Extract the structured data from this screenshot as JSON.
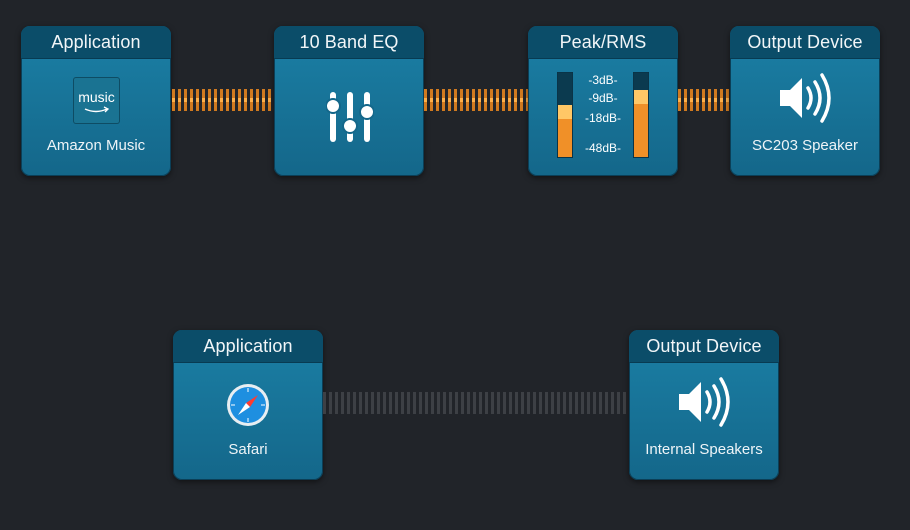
{
  "colors": {
    "background": "#212429",
    "node_body": "#1a7aa0",
    "node_header": "#0b4d69",
    "active_cable": "#e88a2a",
    "idle_cable": "#3d4045",
    "meter_fill": "#f09028"
  },
  "chain1": {
    "application": {
      "title": "Application",
      "label": "Amazon Music",
      "icon": "amazon-music-icon",
      "icon_text": "music"
    },
    "eq": {
      "title": "10 Band EQ",
      "icon": "equalizer-sliders-icon"
    },
    "meter": {
      "title": "Peak/RMS",
      "scale": [
        "-3dB-",
        "-9dB-",
        "-18dB-",
        "-48dB-"
      ],
      "left_level": 0.62,
      "right_level": 0.8
    },
    "output": {
      "title": "Output Device",
      "label": "SC203 Speaker",
      "icon": "speaker-icon"
    }
  },
  "chain2": {
    "application": {
      "title": "Application",
      "label": "Safari",
      "icon": "safari-compass-icon"
    },
    "output": {
      "title": "Output Device",
      "label": "Internal Speakers",
      "icon": "speaker-icon"
    }
  }
}
